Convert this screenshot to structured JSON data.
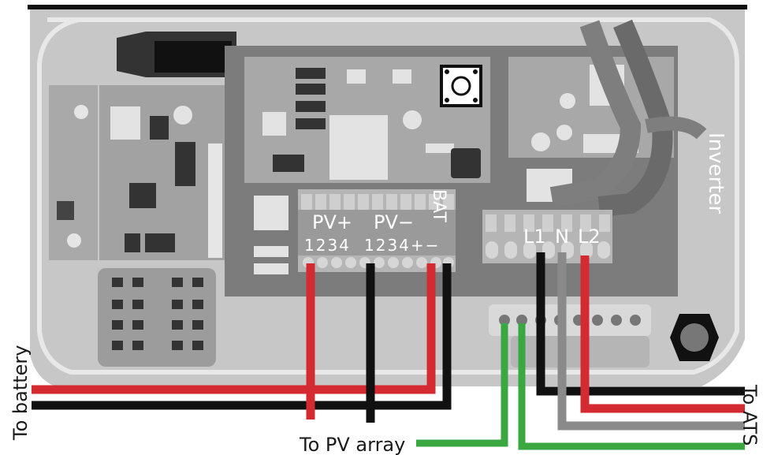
{
  "labels": {
    "pv_plus": "PV+",
    "pv_minus": "PV−",
    "bat": "BAT",
    "pv_plus_terminals": "1234",
    "pv_minus_terminals": "1234+−",
    "l1": "L1",
    "n": "N",
    "l2": "L2",
    "inverter": "Inverter",
    "to_battery": "To battery",
    "to_pv_array": "To PV array",
    "to_ats": "To ATS"
  },
  "colors": {
    "wire_red": "#d42a32",
    "wire_black": "#111111",
    "wire_gray": "#8a8a8a",
    "wire_green": "#3ba741",
    "enclosure": "#c4c4c4",
    "board": "#9a9a9a",
    "component_dark": "#333333"
  }
}
